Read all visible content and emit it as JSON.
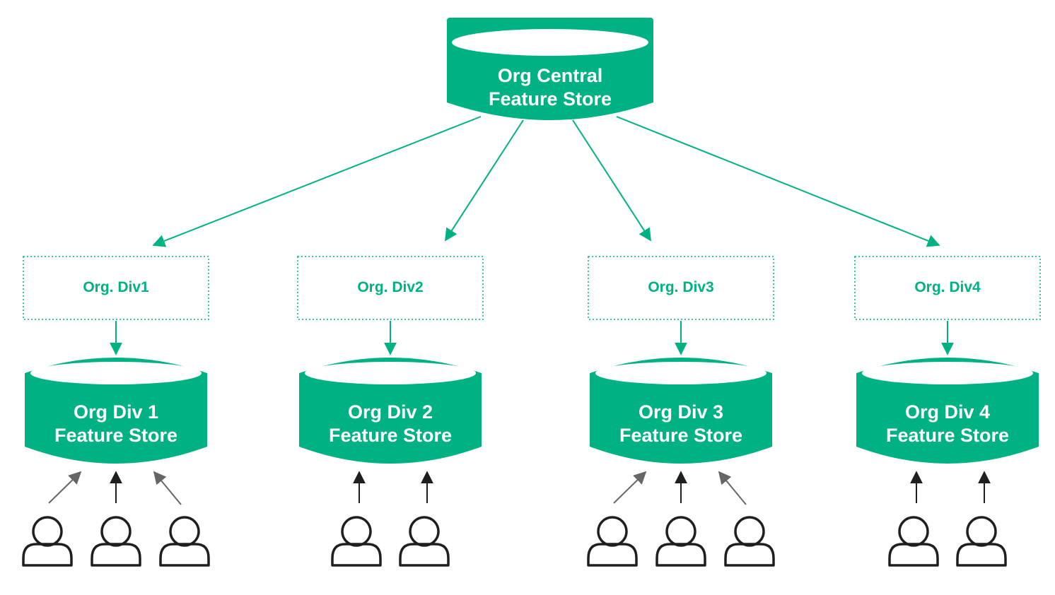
{
  "colors": {
    "accent": "#00b183",
    "user_stroke": "#1f1f1f",
    "user_arrow": "#1f1f1f",
    "user_arrow_light": "#666666"
  },
  "central_store": {
    "line1": "Org Central",
    "line2": "Feature Store"
  },
  "divisions": [
    {
      "label": "Org. Div1",
      "store_line1": "Org Div 1",
      "store_line2": "Feature Store",
      "users": 3
    },
    {
      "label": "Org. Div2",
      "store_line1": "Org Div 2",
      "store_line2": "Feature Store",
      "users": 2
    },
    {
      "label": "Org. Div3",
      "store_line1": "Org Div 3",
      "store_line2": "Feature Store",
      "users": 3
    },
    {
      "label": "Org. Div4",
      "store_line1": "Org Div 4",
      "store_line2": "Feature Store",
      "users": 2
    }
  ],
  "icons": {
    "user": "user-icon",
    "store": "database-icon"
  }
}
